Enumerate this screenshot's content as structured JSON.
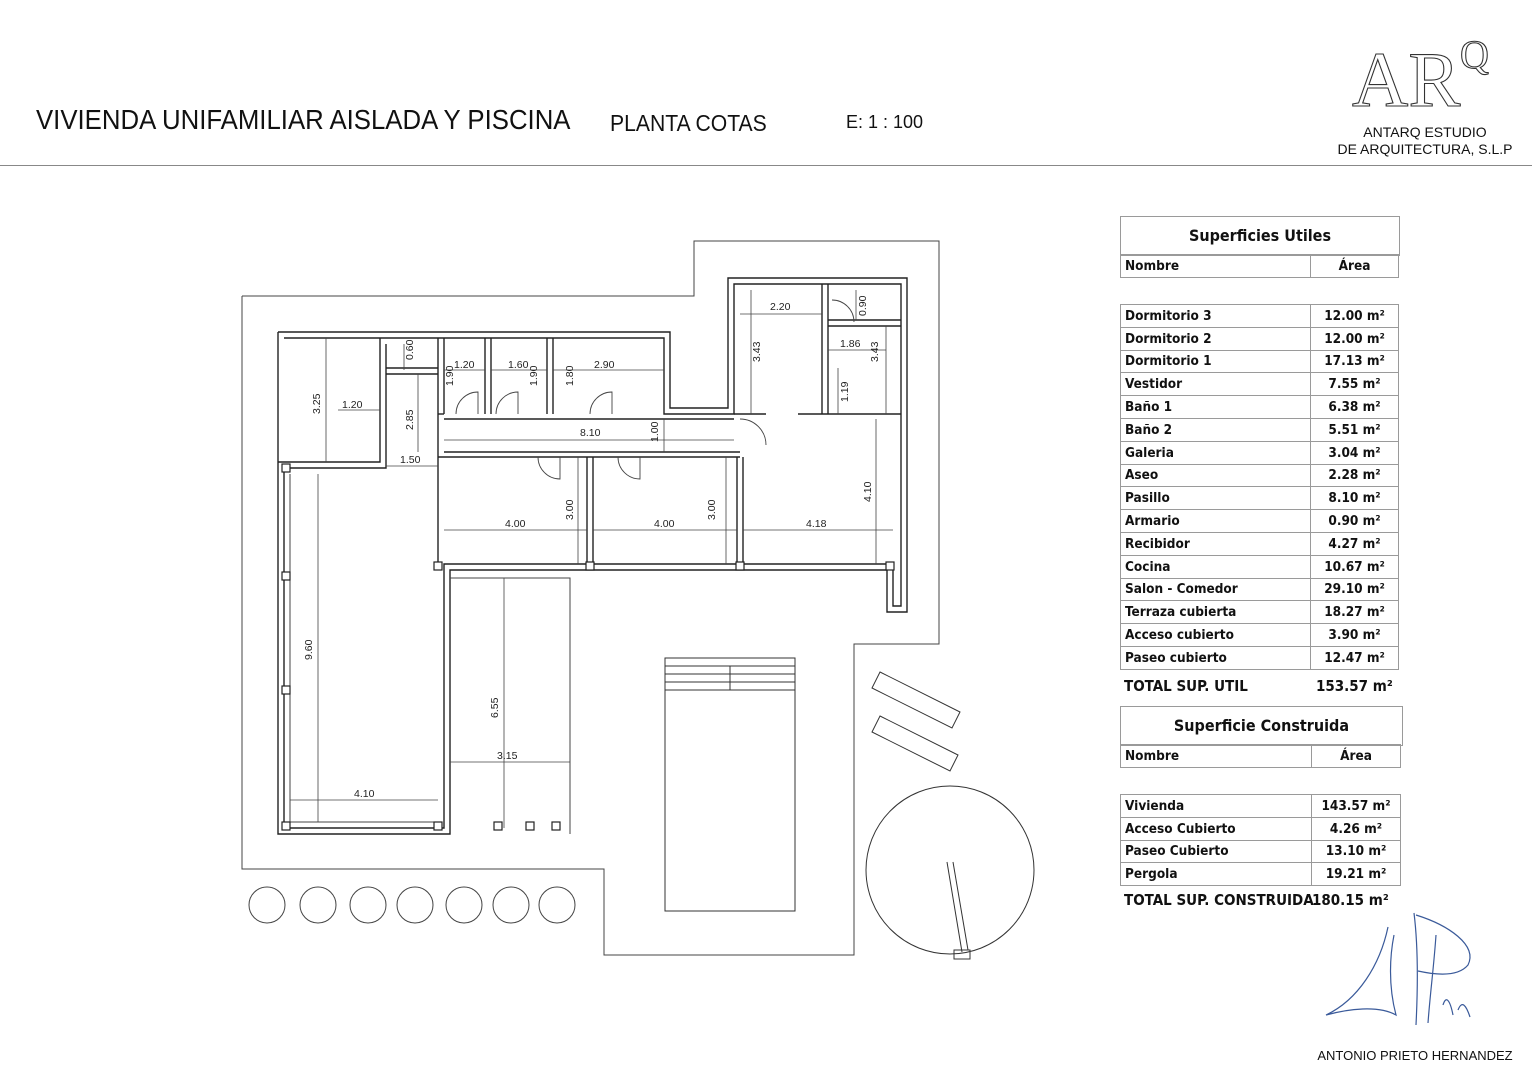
{
  "header": {
    "title": "VIVIENDA UNIFAMILIAR AISLADA Y PISCINA",
    "subtitle": "PLANTA COTAS",
    "scale": "E:  1 : 100",
    "logo_text": "AR",
    "logo_sup": "Q",
    "firm_line1": "ANTARQ ESTUDIO",
    "firm_line2": "DE ARQUITECTURA, S.L.P"
  },
  "plan": {
    "dimensions": [
      "2.20",
      "0.90",
      "1.86",
      "3.43",
      "3.43",
      "1.19",
      "0.60",
      "1.20",
      "1.60",
      "2.90",
      "1.90",
      "1.90",
      "1.80",
      "3.25",
      "1.20",
      "2.85",
      "8.10",
      "1.00",
      "1.50",
      "4.10",
      "4.00",
      "3.00",
      "4.00",
      "3.00",
      "4.18",
      "9.60",
      "6.55",
      "3.15",
      "4.10"
    ]
  },
  "util_table": {
    "caption": "Superficies Utiles",
    "col_name": "Nombre",
    "col_area": "Área",
    "rows": [
      {
        "name": "Dormitorio 3",
        "area": "12.00 m²"
      },
      {
        "name": "Dormitorio 2",
        "area": "12.00 m²"
      },
      {
        "name": "Dormitorio 1",
        "area": "17.13 m²"
      },
      {
        "name": "Vestidor",
        "area": "7.55 m²"
      },
      {
        "name": "Baño 1",
        "area": "6.38 m²"
      },
      {
        "name": "Baño 2",
        "area": "5.51 m²"
      },
      {
        "name": "Galeria",
        "area": "3.04 m²"
      },
      {
        "name": "Aseo",
        "area": "2.28 m²"
      },
      {
        "name": "Pasillo",
        "area": "8.10 m²"
      },
      {
        "name": "Armario",
        "area": "0.90 m²"
      },
      {
        "name": "Recibidor",
        "area": "4.27 m²"
      },
      {
        "name": "Cocina",
        "area": "10.67 m²"
      },
      {
        "name": "Salon - Comedor",
        "area": "29.10 m²"
      },
      {
        "name": "Terraza cubierta",
        "area": "18.27 m²"
      },
      {
        "name": "Acceso cubierto",
        "area": "3.90 m²"
      },
      {
        "name": "Paseo cubierto",
        "area": "12.47 m²"
      }
    ],
    "total_label": "TOTAL SUP. UTIL",
    "total_value": "153.57 m²"
  },
  "built_table": {
    "caption": "Superficie Construida",
    "col_name": "Nombre",
    "col_area": "Área",
    "rows": [
      {
        "name": "Vivienda",
        "area": "143.57 m²"
      },
      {
        "name": "Acceso Cubierto",
        "area": "4.26 m²"
      },
      {
        "name": "Paseo Cubierto",
        "area": "13.10 m²"
      },
      {
        "name": "Pergola",
        "area": "19.21 m²"
      }
    ],
    "total_label": "TOTAL SUP. CONSTRUIDA",
    "total_value": "180.15 m²"
  },
  "signature": {
    "name": "ANTONIO PRIETO HERNANDEZ"
  }
}
